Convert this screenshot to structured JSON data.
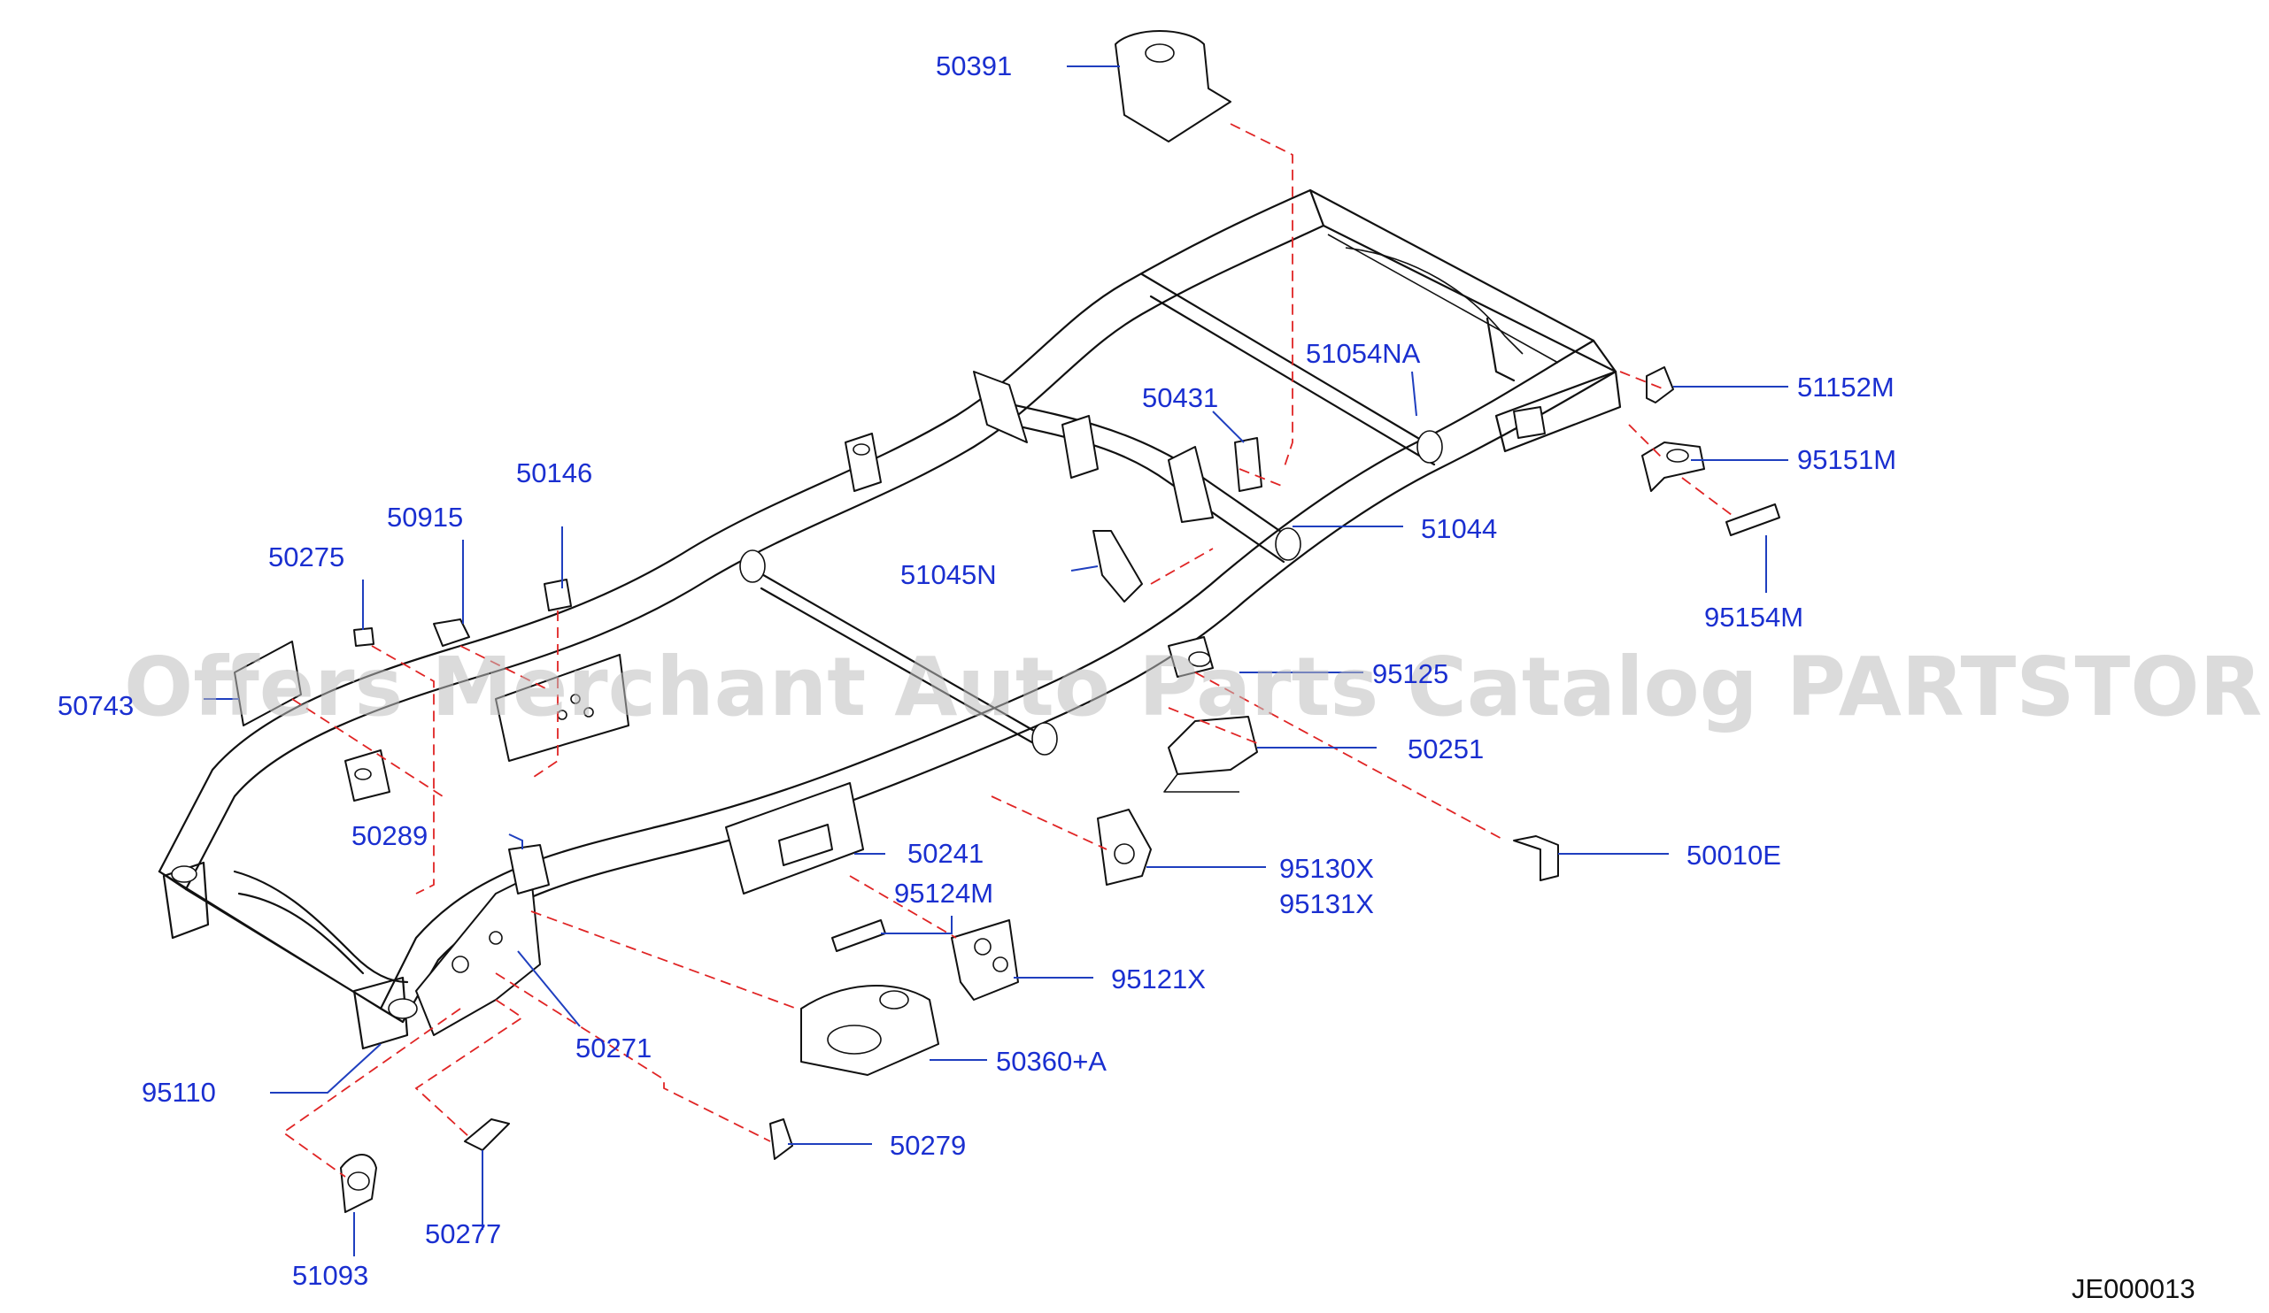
{
  "watermark": "Offers Merchant Auto Parts Catalog PARTSTORE.SA",
  "diagram_code": "JE000013",
  "colors": {
    "callout": "#1a2fd0",
    "reference_dash": "#e02424",
    "outline": "#111111",
    "watermark": "#bdbdbd"
  },
  "callouts": {
    "c50391": "50391",
    "c51054NA": "51054NA",
    "c51152M": "51152M",
    "c50431": "50431",
    "c95151M": "95151M",
    "c50146": "50146",
    "c50915": "50915",
    "c51044": "51044",
    "c50275": "50275",
    "c51045N": "51045N",
    "c95154M": "95154M",
    "c50743": "50743",
    "c95125": "95125",
    "c50251": "50251",
    "c50010E": "50010E",
    "c50289": "50289",
    "c50241": "50241",
    "c95130X": "95130X",
    "c95131X": "95131X",
    "c95124M": "95124M",
    "c95121X": "95121X",
    "c50271": "50271",
    "c50360A": "50360+A",
    "c95110": "95110",
    "c50279": "50279",
    "c50277": "50277",
    "c51093": "51093"
  }
}
